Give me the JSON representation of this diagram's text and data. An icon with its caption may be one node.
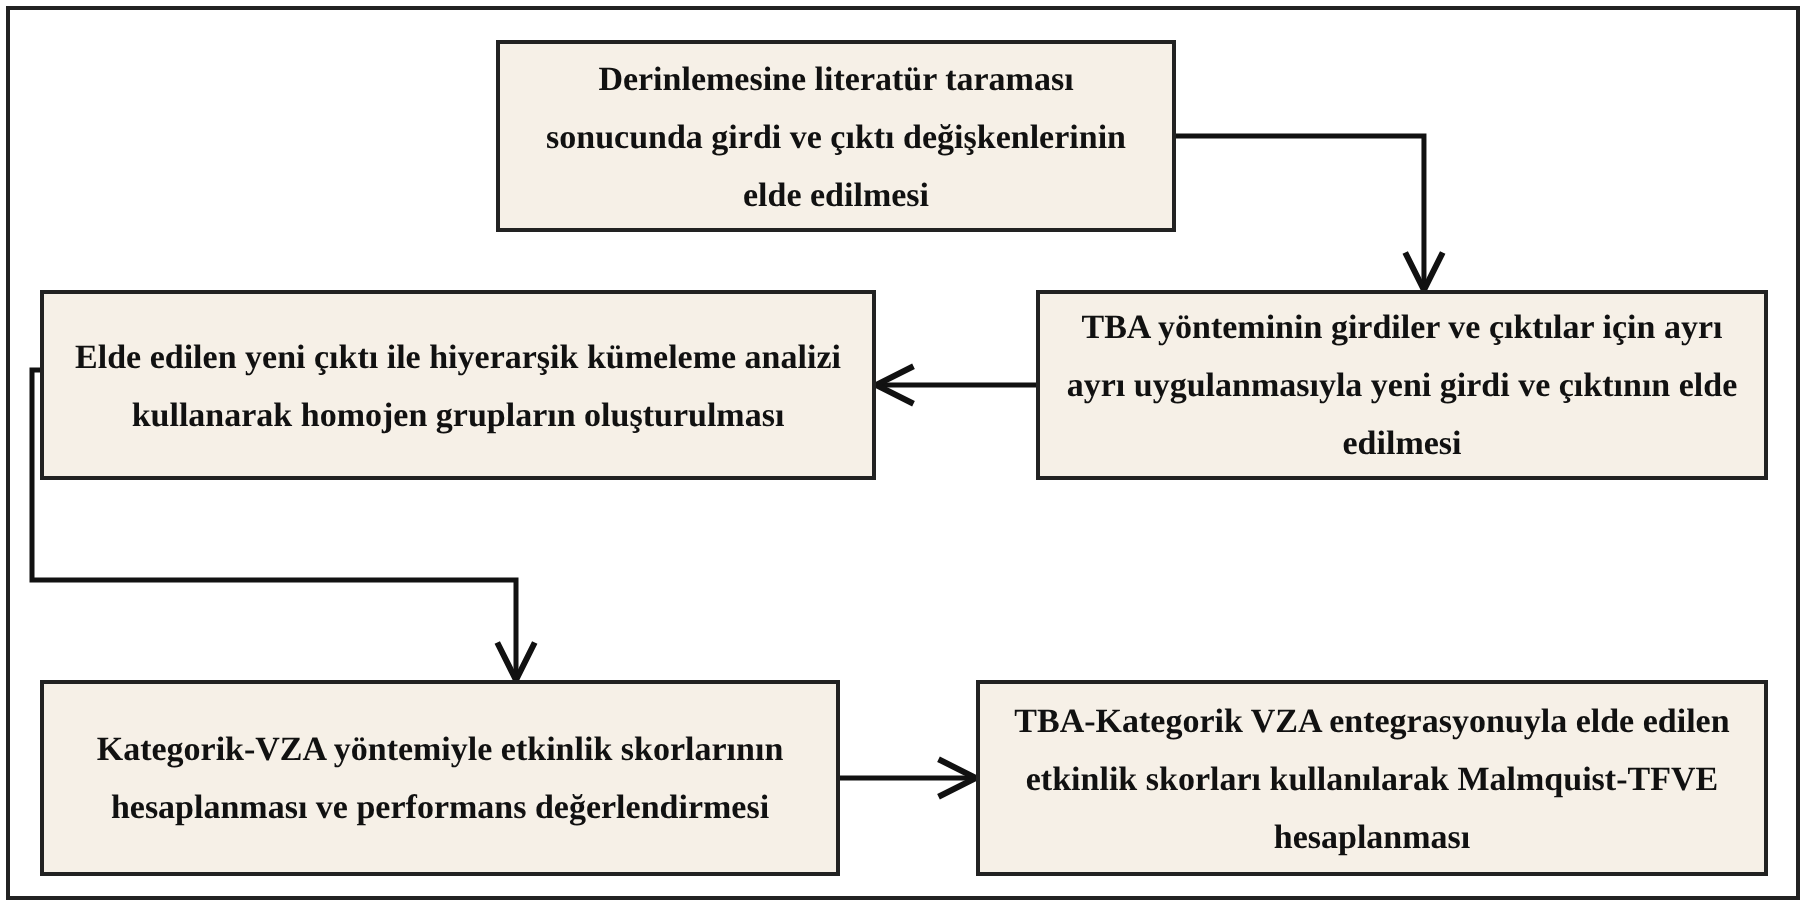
{
  "diagram": {
    "nodes": [
      {
        "text": [
          "Derinlemesine literatür taraması sonucunda girdi ve çıktı değişkenlerinin elde edilmesi"
        ]
      },
      {
        "text": [
          "TBA yönteminin girdiler ve çıktılar için ayrı ayrı uygulanmasıyla yeni girdi ve çıktının elde edilmesi"
        ]
      },
      {
        "text": [
          "Elde edilen yeni çıktı ile hiyerarşik kümeleme analizi kullanarak homojen grupların oluşturulması"
        ]
      },
      {
        "text": [
          "Kategorik-VZA yöntemiyle etkinlik skorlarının hesaplanması ve performans değerlendirmesi"
        ]
      },
      {
        "text": [
          "TBA-Kategorik VZA entegrasyonuyla elde edilen etkinlik skorları kullanılarak Malmquist-TFVE hesaplanması"
        ]
      }
    ],
    "edges": [
      {
        "from": 0,
        "to": 1,
        "arrow": "to"
      },
      {
        "from": 1,
        "to": 2,
        "arrow": "to"
      },
      {
        "from": 2,
        "to": 3,
        "arrow": "to"
      },
      {
        "from": 3,
        "to": 4,
        "arrow": "to"
      }
    ]
  }
}
